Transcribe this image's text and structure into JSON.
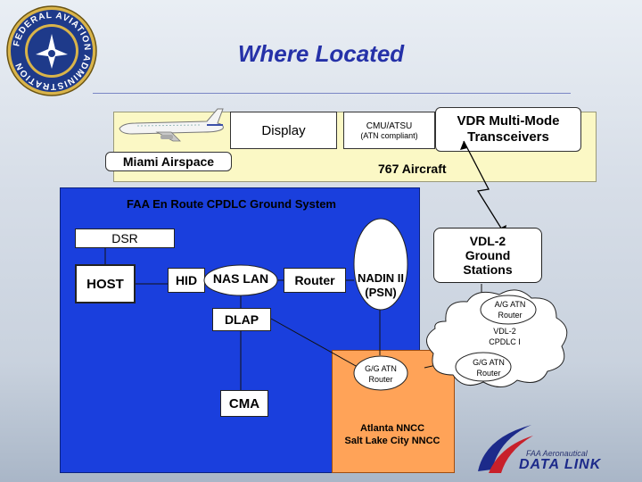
{
  "title": "Where Located",
  "aircraft": {
    "display": "Display",
    "cmu_line1": "CMU/ATSU",
    "cmu_line2": "(ATN compliant)",
    "vdr_line1": "VDR Multi-Mode",
    "vdr_line2": "Transceivers",
    "airspace": "Miami Airspace",
    "aircraft_type": "767 Aircraft"
  },
  "ground": {
    "title": "FAA En Route CPDLC Ground System",
    "dsr": "DSR",
    "host": "HOST",
    "hid": "HID",
    "nas_lan": "NAS LAN",
    "router": "Router",
    "nadin_line1": "NADIN II",
    "nadin_line2": "(PSN)",
    "dlap": "DLAP",
    "cma": "CMA",
    "gg_atn_line1": "G/G ATN",
    "gg_atn_line2": "Router",
    "nncc_line1": "Atlanta NNCC",
    "nncc_line2": "Salt Lake City NNCC"
  },
  "cloud": {
    "vdl2_line1": "VDL-2",
    "vdl2_line2": "Ground",
    "vdl2_line3": "Stations",
    "ag_line1": "A/G ATN",
    "ag_line2": "Router",
    "cpdlc_line1": "VDL-2",
    "cpdlc_line2": "CPDLC I",
    "gg_line1": "G/G ATN",
    "gg_line2": "Router"
  },
  "logos": {
    "faa_seal_text": "FEDERAL AVIATION ADMINISTRATION",
    "datalink_small": "FAA Aeronautical",
    "datalink_big": "DATA LINK"
  },
  "colors": {
    "title": "#2531a8",
    "aircraft_panel": "#fbf8c5",
    "ground_panel": "#1a3fdd",
    "nncc_box": "#ffa358",
    "seal_blue": "#1e3a8a",
    "seal_gold": "#d9b44a"
  }
}
